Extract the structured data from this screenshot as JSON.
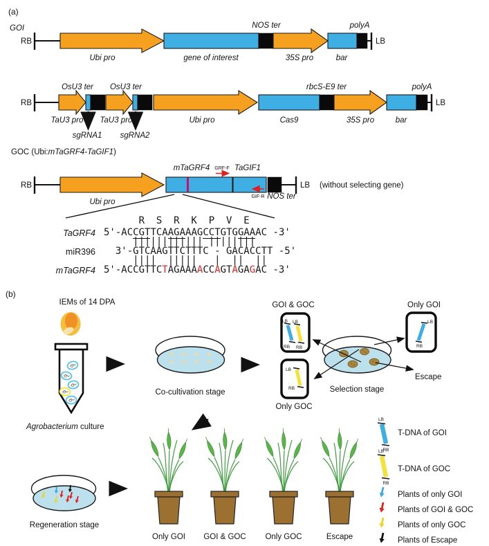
{
  "common": {
    "rb": "RB",
    "lb": "LB"
  },
  "colors": {
    "orange": "#F5A11F",
    "blue": "#3FAEE3",
    "yellow": "#F2E33C",
    "red": "#E02121",
    "magenta": "#CC0D6E",
    "petri": "#BCE0EC",
    "dot": "#EFD9A7",
    "callus": "#A6853F",
    "pot": "#9C7030",
    "leaf": "#5BB54A",
    "leafdark": "#3E8E35",
    "stem": "#3E9C3E",
    "embryo_outer": "#F6BE3F",
    "embryo_inner": "#EF9125",
    "embryo_base": "#F8E3B0",
    "bact_blue": "#4FC0ED",
    "bact_yellow": "#F0E32C",
    "arrow_blue": "#3FA9E0",
    "arrow_yellow": "#EFD520"
  },
  "panel_a": {
    "tag": "(a)",
    "goi_title": "GOI",
    "row1": {
      "ubi": "Ubi pro",
      "gene": "gene of interest",
      "nos": "NOS ter",
      "p35s": "35S pro",
      "bar": "bar",
      "polya": "polyA"
    },
    "row2": {
      "tau3": "TaU3 pro",
      "osu3": "OsU3 ter",
      "sgrna1": "sgRNA1",
      "sgrna2": "sgRNA2",
      "ubi": "Ubi pro",
      "cas9": "Cas9",
      "rbcs": "rbcS-E9 ter",
      "p35s": "35S pro",
      "bar": "bar",
      "polya": "polyA"
    },
    "goc": {
      "prefix": "GOC (Ubi:",
      "italic": "mTaGRF4-TaGIF1",
      "suffix": ")",
      "ubi": "Ubi pro",
      "mtagrf4": "mTaGRF4",
      "grff": "GRF-F",
      "tagif1": "TaGIF1",
      "gifr": "GIF-R",
      "nos": "NOS ter",
      "note": "(without selecting gene)"
    },
    "alignment": {
      "aa": "      R  S  R  K  P  V  E",
      "tagrf4_label": "TaGRF4",
      "mir396_label": "miR396",
      "mtagrf4_label": "mTaGRF4",
      "tagrf4_segments": [
        {
          "t": "5'-AC"
        },
        {
          "t": "CGT",
          "u": true
        },
        {
          "t": "TCA"
        },
        {
          "t": "AGA",
          "u": true
        },
        {
          "t": "AAG"
        },
        {
          "t": "CCT",
          "u": true
        },
        {
          "t": "GTG"
        },
        {
          "t": "GAA",
          "u": true
        },
        {
          "t": "AC -3'"
        }
      ],
      "bars1": "     |||||||||||| ||||||||",
      "mir396_text": "  3'-GTCAAGTTCTTTC - GACACCTT -5'",
      "bars2": "     ||||  |||||   |  ||  ||",
      "mtagrf4_segments": [
        {
          "t": "5'-ACCGTTC"
        },
        {
          "t": "T",
          "r": true
        },
        {
          "t": "AGAAA"
        },
        {
          "t": "A",
          "r": true
        },
        {
          "t": "CC"
        },
        {
          "t": "A",
          "r": true
        },
        {
          "t": "GT"
        },
        {
          "t": "A",
          "r": true
        },
        {
          "t": "GA"
        },
        {
          "t": "G",
          "r": true
        },
        {
          "t": "AC -3'"
        }
      ]
    }
  },
  "panel_b": {
    "tag": "(b)",
    "iems": "IEMs of 14 DPA",
    "agro_italic": "Agrobacterium",
    "agro_rest": " culture",
    "cocult": "Co-cultivation stage",
    "selection": "Selection stage",
    "regeneration": "Regeneration stage",
    "escape": "Escape",
    "boxes": {
      "goi_goc": "GOI & GOC",
      "only_goi": "Only GOI",
      "only_goc": "Only GOC"
    },
    "pots": {
      "p1": "Only GOI",
      "p2": "GOI & GOC",
      "p3": "Only GOC",
      "p4": "Escape"
    },
    "legend": {
      "tdna_goi": "T-DNA of GOI",
      "tdna_goc": "T-DNA of GOC",
      "plants_goi": "Plants of only GOI",
      "plants_goi_goc": "Plants of GOI & GOC",
      "plants_goc": "Plants of only GOC",
      "plants_escape": "Plants of Escape"
    }
  }
}
